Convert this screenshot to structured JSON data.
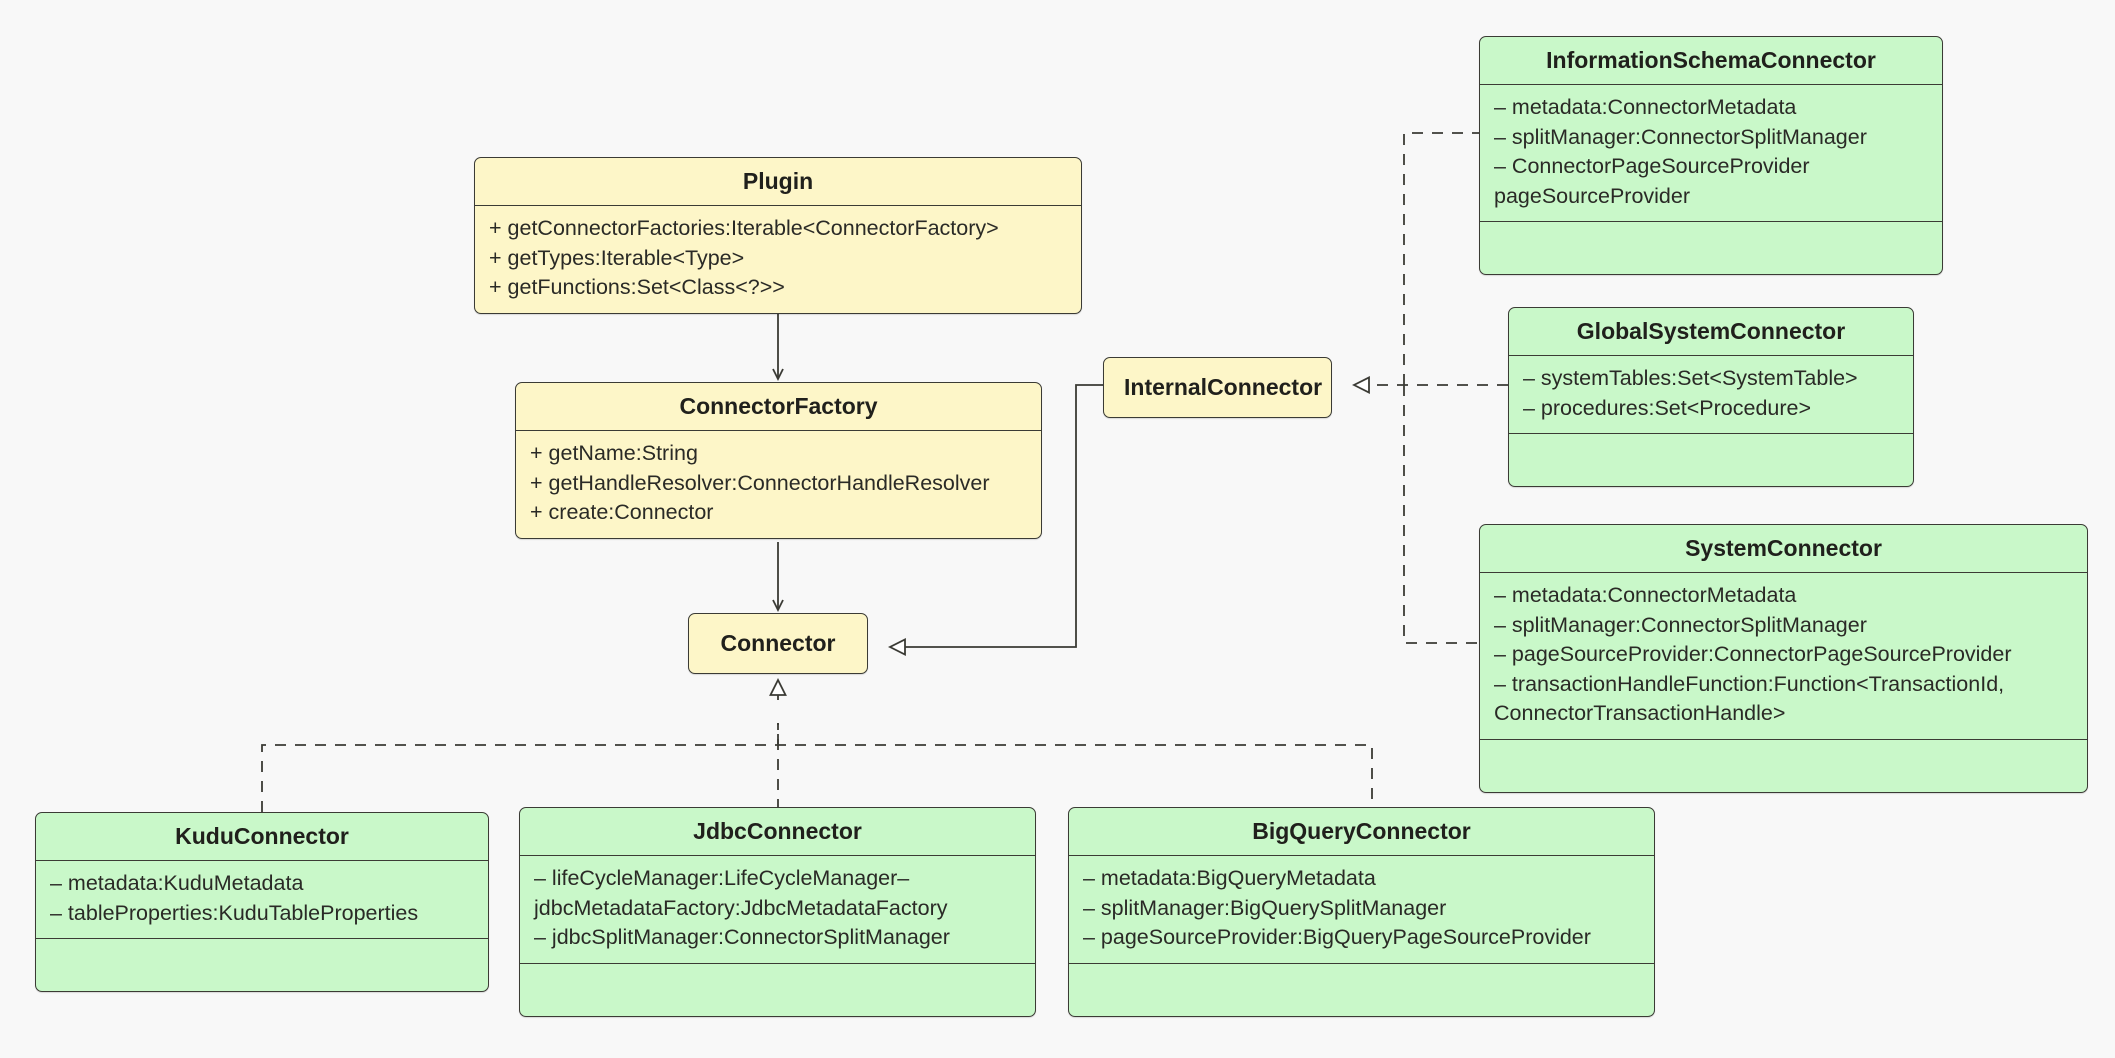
{
  "diagram": {
    "title": "Trino connector SPI class diagram",
    "background_color": "#f8f8f8",
    "interface_fill": "#fdf6c8",
    "implementation_fill": "#c9f8c9",
    "border_color": "#3b3b35"
  },
  "classes": {
    "plugin": {
      "name": "Plugin",
      "members": [
        "+ getConnectorFactories:Iterable<ConnectorFactory>",
        "+ getTypes:Iterable<Type>",
        "+ getFunctions:Set<Class<?>>"
      ]
    },
    "connector_factory": {
      "name": "ConnectorFactory",
      "members": [
        "+ getName:String",
        "+ getHandleResolver:ConnectorHandleResolver",
        "+ create:Connector"
      ]
    },
    "connector": {
      "name": "Connector",
      "members": []
    },
    "internal_connector": {
      "name": "InternalConnector",
      "members": []
    },
    "information_schema_connector": {
      "name": "InformationSchemaConnector",
      "members": [
        "– metadata:ConnectorMetadata",
        "– splitManager:ConnectorSplitManager",
        "– ConnectorPageSourceProvider pageSourceProvider"
      ]
    },
    "global_system_connector": {
      "name": "GlobalSystemConnector",
      "members": [
        "– systemTables:Set<SystemTable>",
        "– procedures:Set<Procedure>"
      ]
    },
    "system_connector": {
      "name": "SystemConnector",
      "members": [
        "– metadata:ConnectorMetadata",
        "– splitManager:ConnectorSplitManager",
        "– pageSourceProvider:ConnectorPageSourceProvider",
        "– transactionHandleFunction:Function<TransactionId, ConnectorTransactionHandle>"
      ]
    },
    "kudu_connector": {
      "name": "KuduConnector",
      "members": [
        "– metadata:KuduMetadata",
        "– tableProperties:KuduTableProperties"
      ]
    },
    "jdbc_connector": {
      "name": "JdbcConnector",
      "members": [
        "– lifeCycleManager:LifeCycleManager– jdbcMetadataFactory:JdbcMetadataFactory",
        "– jdbcSplitManager:ConnectorSplitManager"
      ]
    },
    "bigquery_connector": {
      "name": "BigQueryConnector",
      "members": [
        "– metadata:BigQueryMetadata",
        "– splitManager:BigQuerySplitManager",
        "– pageSourceProvider:BigQueryPageSourceProvider"
      ]
    }
  },
  "relationships": [
    {
      "from": "Plugin",
      "to": "ConnectorFactory",
      "style": "solid",
      "arrow": "open-arrow"
    },
    {
      "from": "ConnectorFactory",
      "to": "Connector",
      "style": "solid",
      "arrow": "open-arrow"
    },
    {
      "from": "InternalConnector",
      "to": "Connector",
      "style": "solid",
      "arrow": "hollow-triangle"
    },
    {
      "from": "InformationSchemaConnector",
      "to": "InternalConnector",
      "style": "dashed",
      "arrow": "hollow-triangle"
    },
    {
      "from": "GlobalSystemConnector",
      "to": "InternalConnector",
      "style": "dashed",
      "arrow": "hollow-triangle"
    },
    {
      "from": "SystemConnector",
      "to": "InternalConnector",
      "style": "dashed",
      "arrow": "hollow-triangle"
    },
    {
      "from": "KuduConnector",
      "to": "Connector",
      "style": "dashed",
      "arrow": "hollow-triangle"
    },
    {
      "from": "JdbcConnector",
      "to": "Connector",
      "style": "dashed",
      "arrow": "hollow-triangle"
    },
    {
      "from": "BigQueryConnector",
      "to": "Connector",
      "style": "dashed",
      "arrow": "hollow-triangle"
    }
  ]
}
